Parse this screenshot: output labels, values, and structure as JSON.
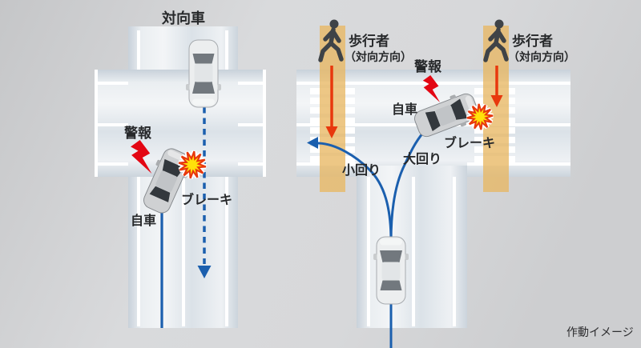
{
  "diagram": {
    "caption": "作動イメージ",
    "left": {
      "oncoming_car": "対向車",
      "alarm": "警報",
      "brake": "ブレーキ",
      "own_car": "自車"
    },
    "right": {
      "pedestrian_left_line1": "歩行者",
      "pedestrian_left_line2": "（対向方向）",
      "pedestrian_right_line1": "歩行者",
      "pedestrian_right_line2": "（対向方向）",
      "alarm": "警報",
      "own_car": "自車",
      "brake": "ブレーキ",
      "small_turn": "小回り",
      "large_turn": "大回り"
    },
    "colors": {
      "trajectory_blue": "#1b5fae",
      "warning_red": "#e8380d",
      "lightning_red": "#e30613",
      "crosswalk_orange": "#e8b763",
      "collision_fill": "#ffe10a",
      "road_marking": "#ffffff"
    }
  }
}
